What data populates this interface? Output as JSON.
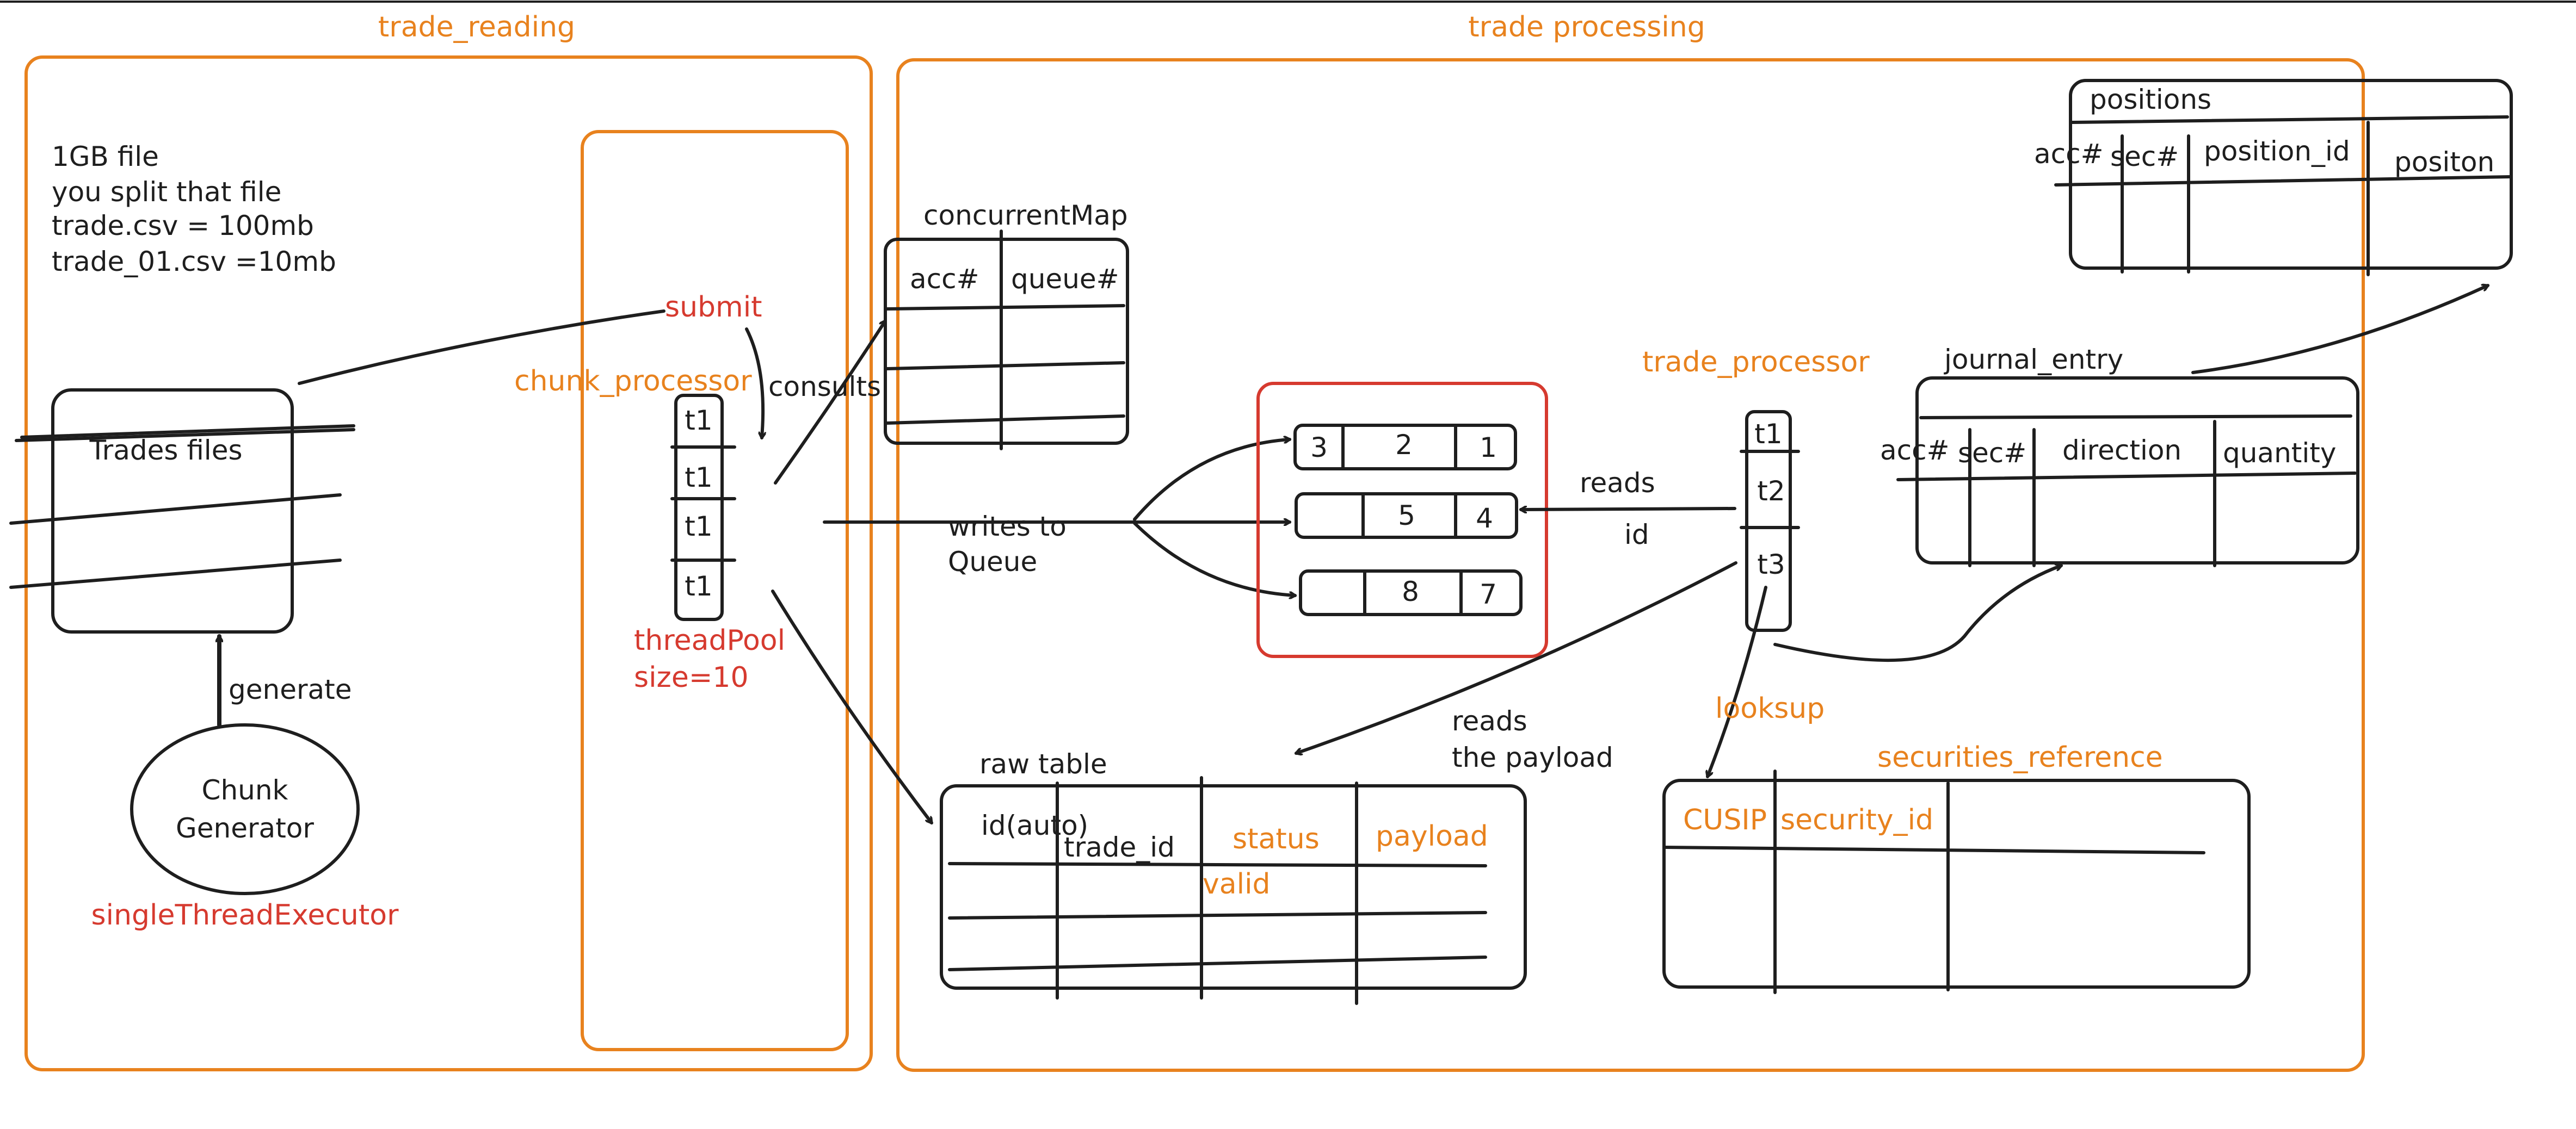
{
  "colors": {
    "ink": "#1e1e1e",
    "orange": "#e8821e",
    "red": "#d63a2f"
  },
  "sections": {
    "trade_reading": "trade_reading",
    "trade_processing": "trade processing"
  },
  "notes": [
    "1GB file",
    "you split that file",
    "trade.csv = 100mb",
    "trade_01.csv =10mb"
  ],
  "trades_files": "Trades files",
  "chunk_generator": {
    "line1": "Chunk",
    "line2": "Generator",
    "executor": "singleThreadExecutor"
  },
  "generate_label": "generate",
  "submit_label": "submit",
  "consults_label": "consults",
  "chunk_processor": {
    "title": "chunk_processor",
    "threads": [
      "t1",
      "t1",
      "t1",
      "t1"
    ],
    "pool_line1": "threadPool",
    "pool_line2": "size=10"
  },
  "concurrent_map": {
    "title": "concurrentMap",
    "headers": [
      "acc#",
      "queue#"
    ]
  },
  "writes_label": {
    "line1": "writes to",
    "line2": "Queue"
  },
  "queues": [
    [
      "3",
      "2",
      "1"
    ],
    [
      "",
      "5",
      "4"
    ],
    [
      "",
      "8",
      "7"
    ]
  ],
  "reads_label": "reads",
  "id_label": "id",
  "trade_processor": {
    "title": "trade_processor",
    "threads": [
      "t1",
      "t2",
      "t3"
    ]
  },
  "reads_payload": {
    "line1": "reads",
    "line2": "the payload"
  },
  "lookup_label": "looksup",
  "raw_table": {
    "title": "raw table",
    "headers": [
      "id(auto)",
      "trade_id",
      "status",
      "payload"
    ],
    "status_value": "valid"
  },
  "securities_reference": {
    "title": "securities_reference",
    "headers": [
      "CUSIP",
      "security_id"
    ]
  },
  "positions": {
    "title": "positions",
    "headers": [
      "acc#",
      "sec#",
      "position_id",
      "positon"
    ]
  },
  "journal_entry": {
    "title": "journal_entry",
    "headers": [
      "acc#",
      "sec#",
      "direction",
      "quantity"
    ]
  }
}
